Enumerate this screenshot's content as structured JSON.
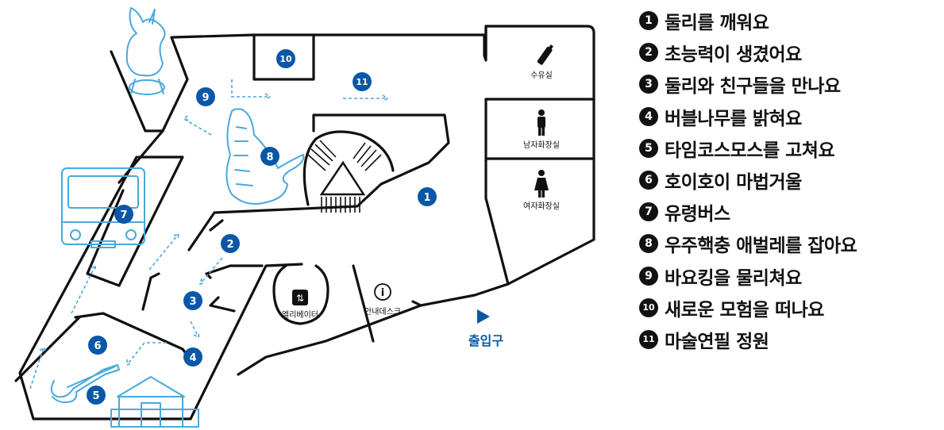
{
  "legend": [
    {
      "num": "1",
      "label": "둘리를 깨워요"
    },
    {
      "num": "2",
      "label": "초능력이 생겼어요"
    },
    {
      "num": "3",
      "label": "둘리와 친구들을 만나요"
    },
    {
      "num": "4",
      "label": "버블나무를 밝혀요"
    },
    {
      "num": "5",
      "label": "타임코스모스를 고쳐요"
    },
    {
      "num": "6",
      "label": "호이호이 마법거울"
    },
    {
      "num": "7",
      "label": "유령버스"
    },
    {
      "num": "8",
      "label": "우주핵충 애벌레를 잡아요"
    },
    {
      "num": "9",
      "label": "바요킹을 물리쳐요"
    },
    {
      "num": "10",
      "label": "새로운 모험을 떠나요"
    },
    {
      "num": "11",
      "label": "마술연필 정원"
    }
  ],
  "map": {
    "markers": [
      "1",
      "2",
      "3",
      "4",
      "5",
      "6",
      "7",
      "8",
      "9",
      "10",
      "11"
    ],
    "rooms": {
      "nursing": "수유실",
      "mens": "남자화장실",
      "womens": "여자화장실",
      "elevator": "엘리베이터",
      "info": "안내데스크",
      "info_icon": "i",
      "entrance": "출입구"
    }
  },
  "colors": {
    "marker": "#0a57a8",
    "illustration": "#4aa8dc",
    "wall": "#111111"
  }
}
